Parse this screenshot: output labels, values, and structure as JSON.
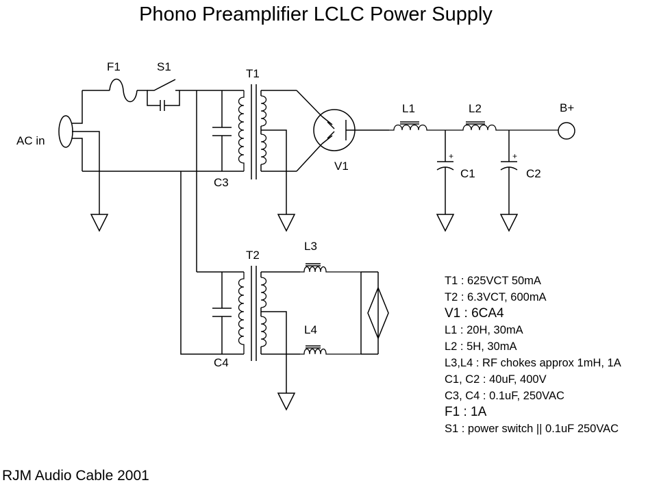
{
  "title": "Phono Preamplifier LCLC Power Supply",
  "footer": "RJM Audio Cable 2001",
  "labels": {
    "ac_in": "AC in",
    "f1": "F1",
    "s1": "S1",
    "t1": "T1",
    "t2": "T2",
    "c1": "C1",
    "c2": "C2",
    "c3": "C3",
    "c4": "C4",
    "l1": "L1",
    "l2": "L2",
    "l3": "L3",
    "l4": "L4",
    "v1": "V1",
    "bplus": "B+",
    "plus": "+"
  },
  "parts_list": [
    "T1 : 625VCT 50mA",
    "T2 : 6.3VCT, 600mA",
    "V1 : 6CA4",
    "L1 : 20H, 30mA",
    "L2 : 5H, 30mA",
    "L3,L4 : RF chokes approx 1mH, 1A",
    "C1, C2 : 40uF, 400V",
    "C3, C4 : 0.1uF, 250VAC",
    "F1 : 1A",
    "S1 : power switch || 0.1uF 250VAC"
  ]
}
